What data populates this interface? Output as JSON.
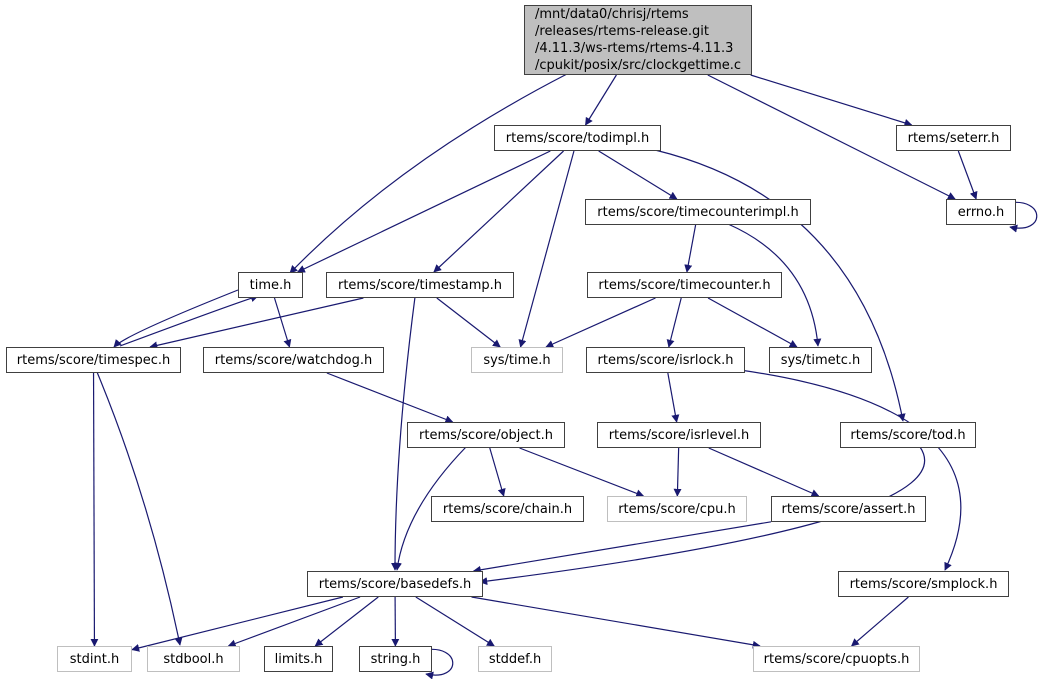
{
  "diagram": {
    "title": "Include dependency graph for clockgettime.c",
    "edge_color": "#191970",
    "root_fill": "#bfbfbf",
    "root_lines": [
      "/mnt/data0/chrisj/rtems",
      "/releases/rtems-release.git",
      "/4.11.3/ws-rtems/rtems-4.11.3",
      "/cpukit/posix/src/clockgettime.c"
    ],
    "nodes": [
      {
        "id": "root",
        "label": "/mnt/data0/chrisj/rtems/releases/rtems-release.git/4.11.3/ws-rtems/rtems-4.11.3/cpukit/posix/src/clockgettime.c",
        "kind": "root"
      },
      {
        "id": "todimpl",
        "label": "rtems/score/todimpl.h",
        "kind": "documented"
      },
      {
        "id": "seterr",
        "label": "rtems/seterr.h",
        "kind": "documented"
      },
      {
        "id": "errno",
        "label": "errno.h",
        "kind": "documented"
      },
      {
        "id": "timecounterimpl",
        "label": "rtems/score/timecounterimpl.h",
        "kind": "documented"
      },
      {
        "id": "time",
        "label": "time.h",
        "kind": "documented"
      },
      {
        "id": "timestamp",
        "label": "rtems/score/timestamp.h",
        "kind": "documented"
      },
      {
        "id": "timecounter",
        "label": "rtems/score/timecounter.h",
        "kind": "documented"
      },
      {
        "id": "timespec",
        "label": "rtems/score/timespec.h",
        "kind": "documented"
      },
      {
        "id": "watchdog",
        "label": "rtems/score/watchdog.h",
        "kind": "documented"
      },
      {
        "id": "systime",
        "label": "sys/time.h",
        "kind": "missing"
      },
      {
        "id": "isrlock",
        "label": "rtems/score/isrlock.h",
        "kind": "documented"
      },
      {
        "id": "systimetc",
        "label": "sys/timetc.h",
        "kind": "documented"
      },
      {
        "id": "object",
        "label": "rtems/score/object.h",
        "kind": "documented"
      },
      {
        "id": "isrlevel",
        "label": "rtems/score/isrlevel.h",
        "kind": "documented"
      },
      {
        "id": "tod",
        "label": "rtems/score/tod.h",
        "kind": "documented"
      },
      {
        "id": "chain",
        "label": "rtems/score/chain.h",
        "kind": "documented"
      },
      {
        "id": "cpu",
        "label": "rtems/score/cpu.h",
        "kind": "missing"
      },
      {
        "id": "assert",
        "label": "rtems/score/assert.h",
        "kind": "documented"
      },
      {
        "id": "basedefs",
        "label": "rtems/score/basedefs.h",
        "kind": "documented"
      },
      {
        "id": "smplock",
        "label": "rtems/score/smplock.h",
        "kind": "documented"
      },
      {
        "id": "stdint",
        "label": "stdint.h",
        "kind": "missing"
      },
      {
        "id": "stdbool",
        "label": "stdbool.h",
        "kind": "missing"
      },
      {
        "id": "limits",
        "label": "limits.h",
        "kind": "documented"
      },
      {
        "id": "string",
        "label": "string.h",
        "kind": "documented"
      },
      {
        "id": "stddef",
        "label": "stddef.h",
        "kind": "missing"
      },
      {
        "id": "cpuopts",
        "label": "rtems/score/cpuopts.h",
        "kind": "missing"
      }
    ],
    "edges": [
      [
        "root",
        "todimpl"
      ],
      [
        "root",
        "time"
      ],
      [
        "root",
        "seterr"
      ],
      [
        "root",
        "errno"
      ],
      [
        "todimpl",
        "time"
      ],
      [
        "todimpl",
        "timestamp"
      ],
      [
        "todimpl",
        "systime"
      ],
      [
        "todimpl",
        "timecounterimpl"
      ],
      [
        "todimpl",
        "tod"
      ],
      [
        "seterr",
        "errno"
      ],
      [
        "errno",
        "errno"
      ],
      [
        "timecounterimpl",
        "timecounter"
      ],
      [
        "timecounterimpl",
        "systimetc"
      ],
      [
        "time",
        "timespec"
      ],
      [
        "time",
        "watchdog"
      ],
      [
        "timespec",
        "time"
      ],
      [
        "timespec",
        "stdint"
      ],
      [
        "timespec",
        "stdbool"
      ],
      [
        "timestamp",
        "timespec"
      ],
      [
        "timestamp",
        "systime"
      ],
      [
        "timestamp",
        "basedefs"
      ],
      [
        "timecounter",
        "systime"
      ],
      [
        "timecounter",
        "isrlock"
      ],
      [
        "timecounter",
        "systimetc"
      ],
      [
        "watchdog",
        "object"
      ],
      [
        "isrlock",
        "isrlevel"
      ],
      [
        "isrlock",
        "smplock"
      ],
      [
        "object",
        "basedefs"
      ],
      [
        "object",
        "chain"
      ],
      [
        "object",
        "cpu"
      ],
      [
        "isrlevel",
        "cpu"
      ],
      [
        "isrlevel",
        "assert"
      ],
      [
        "tod",
        "basedefs"
      ],
      [
        "assert",
        "basedefs"
      ],
      [
        "smplock",
        "cpuopts"
      ],
      [
        "basedefs",
        "stdint"
      ],
      [
        "basedefs",
        "stdbool"
      ],
      [
        "basedefs",
        "limits"
      ],
      [
        "basedefs",
        "string"
      ],
      [
        "basedefs",
        "stddef"
      ],
      [
        "basedefs",
        "cpuopts"
      ],
      [
        "string",
        "string"
      ]
    ]
  }
}
